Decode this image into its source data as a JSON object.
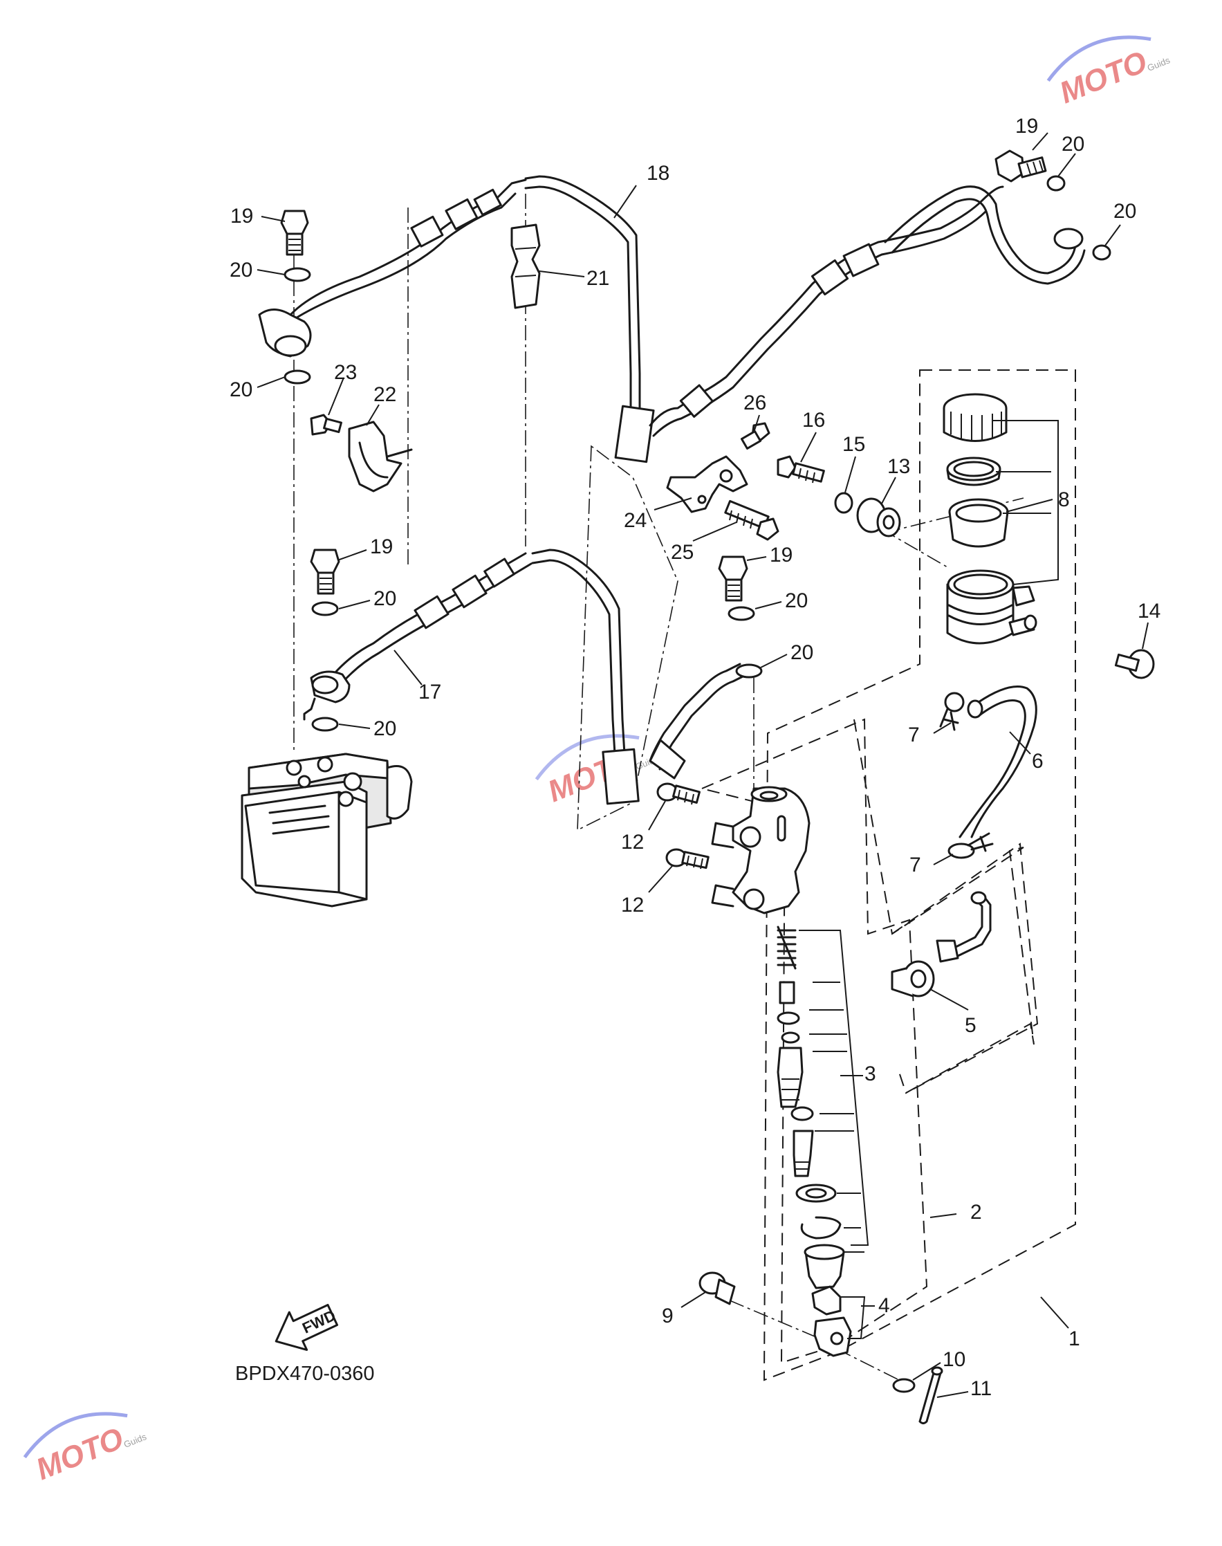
{
  "diagram": {
    "code": "BPDX470-0360",
    "fwd_label": "FWD",
    "watermark": {
      "brand": "MOTO",
      "tagline": "Guids"
    },
    "callouts": [
      "1",
      "2",
      "3",
      "4",
      "5",
      "6",
      "7",
      "7",
      "8",
      "9",
      "10",
      "11",
      "12",
      "12",
      "13",
      "14",
      "15",
      "16",
      "17",
      "18",
      "19",
      "19",
      "19",
      "19",
      "20",
      "20",
      "20",
      "20",
      "20",
      "20",
      "20",
      "20",
      "21",
      "22",
      "23",
      "24",
      "25",
      "26"
    ]
  },
  "colors": {
    "ink": "#1a1a1a",
    "watermark": "#d92a2a",
    "background": "#ffffff"
  }
}
